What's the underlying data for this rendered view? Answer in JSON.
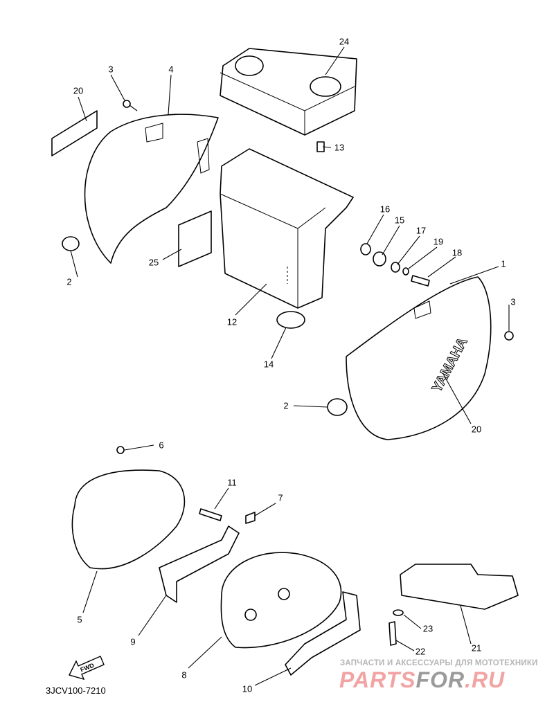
{
  "diagram": {
    "callouts": [
      "24",
      "3",
      "4",
      "20",
      "13",
      "16",
      "15",
      "17",
      "19",
      "18",
      "1",
      "3",
      "2",
      "25",
      "12",
      "14",
      "2",
      "20",
      "6",
      "11",
      "7",
      "5",
      "9",
      "8",
      "10",
      "23",
      "22",
      "21"
    ],
    "decal_text": "YAMAHA",
    "fwd_label": "FWD",
    "code": "3JCV100-7210"
  },
  "watermark": {
    "tagline": "ЗАПЧАСТИ И АКСЕССУАРЫ ДЛЯ МОТОТЕХНИКИ",
    "logo_part1": "PARTS",
    "logo_part2": "FOR",
    "logo_part3": ".RU"
  }
}
